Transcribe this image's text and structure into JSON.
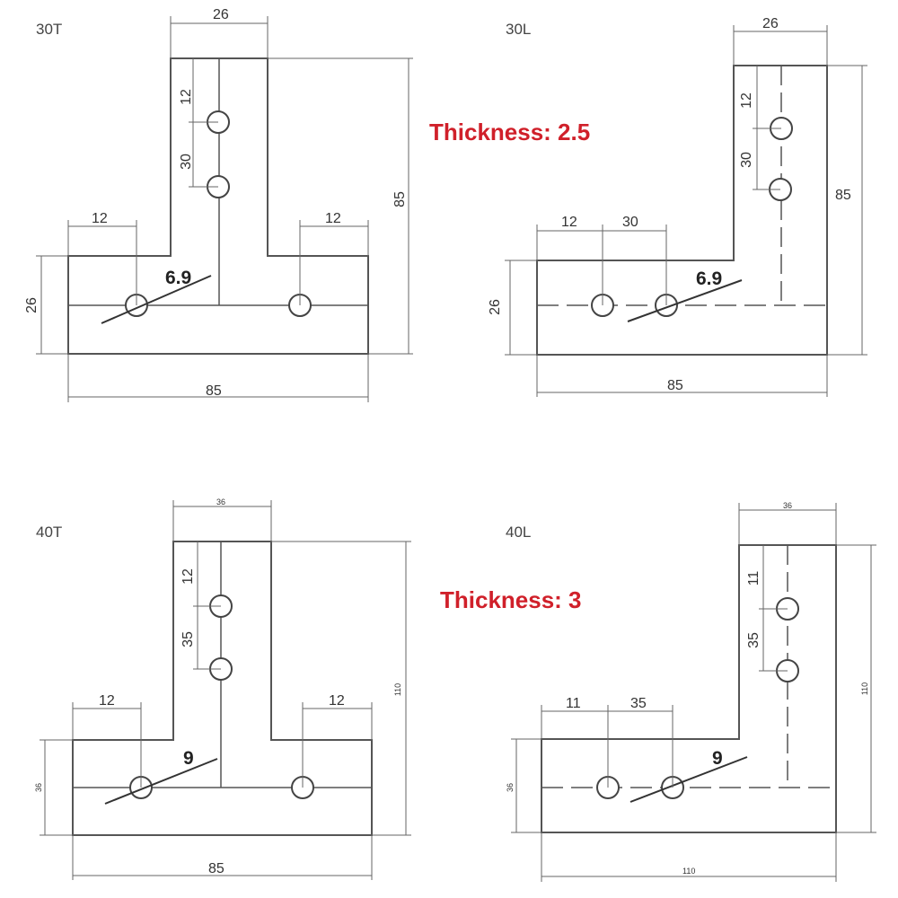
{
  "panels": {
    "p30t": {
      "title": "30T",
      "dims": {
        "top_width": "26",
        "hole_spacing_a": "12",
        "hole_spacing_b": "30",
        "height": "85",
        "left_offset": "12",
        "right_offset": "12",
        "base_height": "26",
        "width": "85"
      },
      "hole_label": "6.9"
    },
    "p30l": {
      "title": "30L",
      "dims": {
        "top_width": "26",
        "hole_spacing_a": "12",
        "hole_spacing_b": "30",
        "height": "85",
        "left_offset": "12",
        "left_spacing": "30",
        "base_height": "26",
        "width": "85"
      },
      "hole_label": "6.9"
    },
    "p40t": {
      "title": "40T",
      "dims": {
        "top_width": "36",
        "hole_spacing_a": "12",
        "hole_spacing_b": "35",
        "height": "110",
        "left_offset": "12",
        "right_offset": "12",
        "base_height": "36",
        "width": "85"
      },
      "hole_label": "9"
    },
    "p40l": {
      "title": "40L",
      "dims": {
        "top_width": "36",
        "hole_spacing_a": "11",
        "hole_spacing_b": "35",
        "height": "110",
        "left_offset": "11",
        "left_spacing": "35",
        "base_height": "36",
        "width": "110"
      },
      "hole_label": "9"
    }
  },
  "thickness": {
    "top": "Thickness:  2.5",
    "bottom": "Thickness:  3"
  },
  "colors": {
    "thickness_text": "#d0202a"
  }
}
